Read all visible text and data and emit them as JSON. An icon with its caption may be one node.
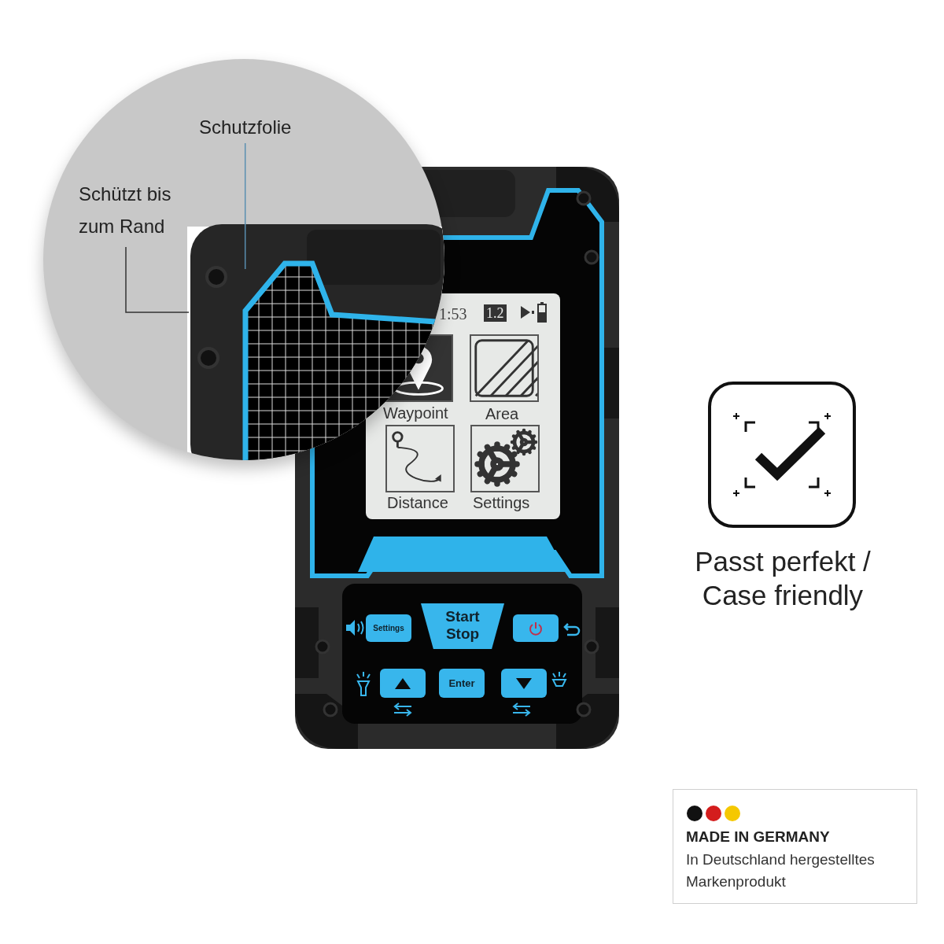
{
  "diagram": {
    "nodes": [
      {
        "text": [
          "Schützt bis zum Rand"
        ]
      },
      {
        "text": [
          "Schutzfolie"
        ]
      },
      {
        "text": [],
        "shape": "picture"
      }
    ],
    "edges": [
      {
        "from": 0,
        "to": 2,
        "arrow": "none"
      },
      {
        "from": 1,
        "to": 2,
        "arrow": "none",
        "color": "#5a8fb0"
      }
    ],
    "labels": [
      "1:53",
      "1.2",
      "Waypoint",
      "Area",
      "Distance",
      "Settings",
      "Settings",
      "Start Stop",
      "Enter",
      "Passt perfekt / Case friendly",
      "MADE IN GERMANY",
      "In Deutschland hergestelltes Markenprodukt"
    ]
  }
}
